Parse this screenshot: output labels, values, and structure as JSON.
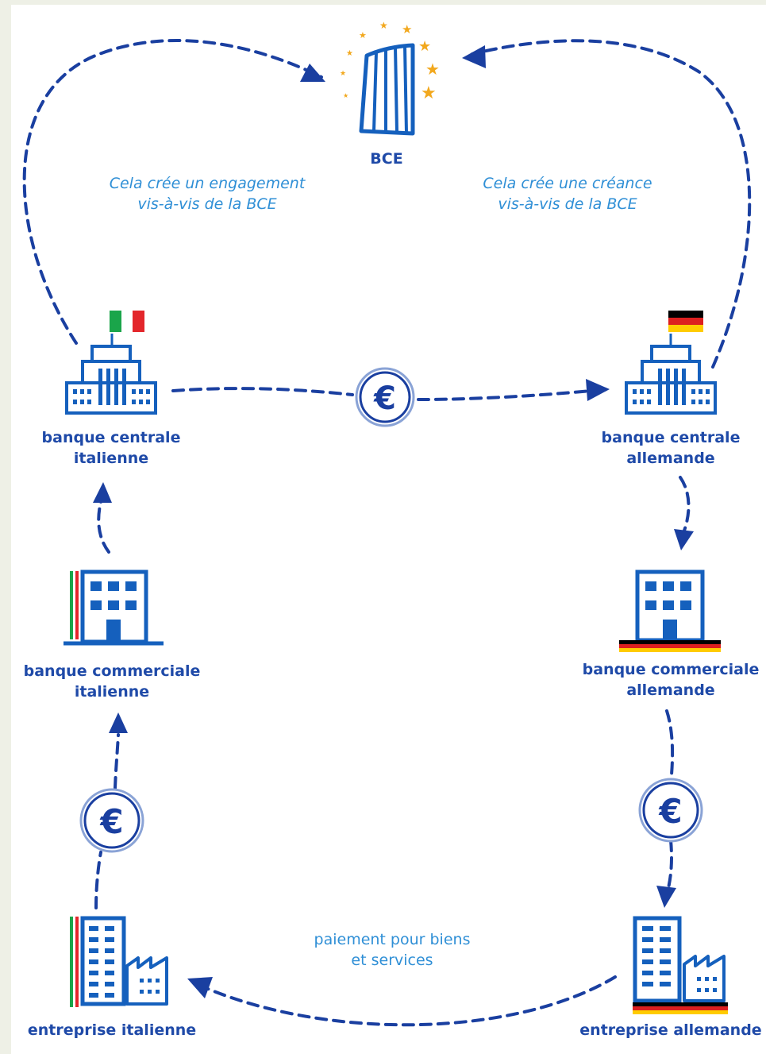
{
  "colors": {
    "dark_blue": "#1a3fa0",
    "building_blue": "#1560bd",
    "note_blue": "#2f8fd6",
    "label_blue": "#1f4aa8",
    "star_gold": "#f2a81d",
    "italy_green": "#1aa54a",
    "italy_red": "#e3262b",
    "germany_black": "#000000",
    "germany_red": "#dd1f1f",
    "germany_gold": "#ffcc00"
  },
  "nodes": {
    "bce": {
      "label": "BCE",
      "icon": "ecb-tower-icon"
    },
    "ncb_it": {
      "label_line1": "banque centrale",
      "label_line2": "italienne",
      "icon": "central-bank-building-icon",
      "flag": "italy-flag-icon"
    },
    "ncb_de": {
      "label_line1": "banque centrale",
      "label_line2": "allemande",
      "icon": "central-bank-building-icon",
      "flag": "germany-flag-icon"
    },
    "bank_it": {
      "label_line1": "banque commerciale",
      "label_line2": "italienne",
      "icon": "commercial-bank-icon"
    },
    "bank_de": {
      "label_line1": "banque commerciale",
      "label_line2": "allemande",
      "icon": "commercial-bank-icon"
    },
    "firm_it": {
      "label": "entreprise italienne",
      "icon": "company-factory-icon"
    },
    "firm_de": {
      "label": "entreprise allemande",
      "icon": "company-factory-icon"
    }
  },
  "notes": {
    "liability_line1": "Cela crée un engagement",
    "liability_line2": "vis-à-vis de la BCE",
    "claim_line1": "Cela crée une créance",
    "claim_line2": "vis-à-vis de la BCE",
    "payment_line1": "paiement pour biens",
    "payment_line2": "et services"
  },
  "euro_symbol": "€"
}
